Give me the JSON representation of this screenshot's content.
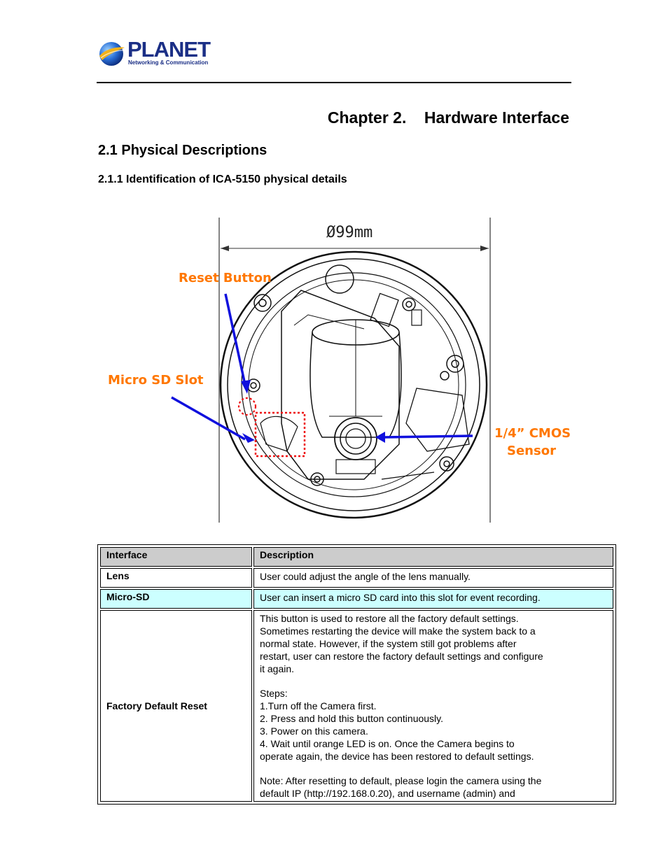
{
  "logo": {
    "brand": "PLANET",
    "tagline": "Networking & Communication"
  },
  "chapter": {
    "title": "Chapter 2.    Hardware Interface"
  },
  "section": {
    "heading": "2.1 Physical Descriptions",
    "subheading": "2.1.1 Identification of ICA-5150 physical details"
  },
  "diagram": {
    "dimension": "Ø99mm",
    "callouts": {
      "reset": "Reset Button",
      "microsd": "Micro SD Slot",
      "sensor_line1": "1/4” CMOS",
      "sensor_line2": "Sensor"
    },
    "colors": {
      "callout": "#ff7700",
      "arrow": "#1010dd",
      "marker": "#ee1111"
    }
  },
  "table": {
    "headers": [
      "Interface",
      "Description"
    ],
    "rows": [
      {
        "name": "Lens",
        "desc": [
          "User could adjust the angle of the lens manually."
        ]
      },
      {
        "name": "Micro-SD",
        "desc": [
          "User can insert a micro SD card into this slot for event recording."
        ]
      },
      {
        "name": "Factory Default Reset",
        "desc": [
          "This button is used to restore all the factory default settings.",
          "Sometimes restarting the device will make the system back to a",
          "normal state. However, if the system still got problems after",
          "restart, user can restore the factory default settings and configure",
          "it again.",
          "",
          "Steps:",
          "1.Turn off the Camera first.",
          "2. Press and hold this button continuously.",
          "3. Power on this camera.",
          "4. Wait until orange LED is on. Once the Camera begins to",
          "operate again, the device has been restored to default settings.",
          "",
          "Note: After resetting to default, please login the camera using the",
          "default IP (http://192.168.0.20), and username (admin) and"
        ]
      }
    ]
  }
}
